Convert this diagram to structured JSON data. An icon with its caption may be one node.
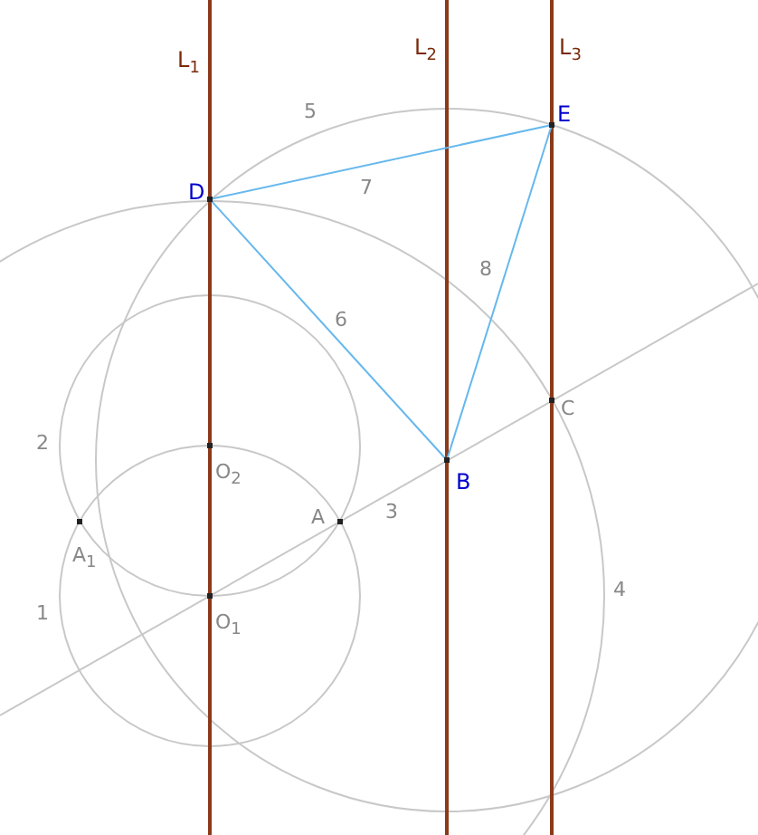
{
  "diagram": {
    "labels": [
      "L$_{1}$",
      "L$_{2}$",
      "L$_{3}$",
      "5",
      "E",
      "D",
      "7",
      "8",
      "6",
      "2",
      "O$_{2}$",
      "C",
      "B",
      "A",
      "3",
      "A$_{1}$",
      "1",
      "O$_{1}$",
      "4"
    ]
  }
}
